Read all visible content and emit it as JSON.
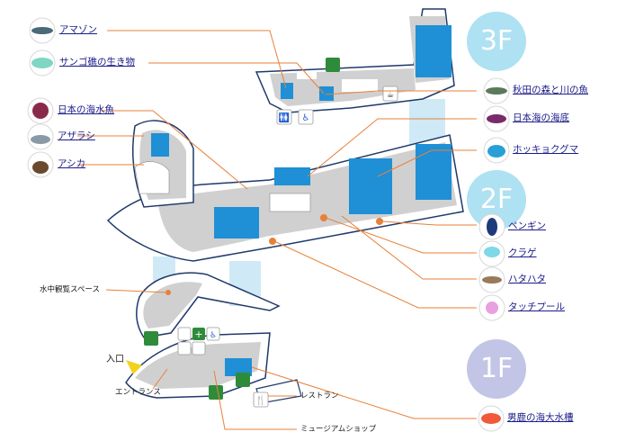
{
  "floors": {
    "f3": "3F",
    "f2": "2F",
    "f1": "1F"
  },
  "exhibits_left": [
    {
      "label": "アマゾン",
      "icon": "amazon-fish-icon"
    },
    {
      "label": "サンゴ礁の生き物",
      "icon": "coral-reef-fish-icon"
    },
    {
      "label": "日本の海水魚",
      "icon": "japanese-saltwater-fish-icon"
    },
    {
      "label": "アザラシ",
      "icon": "seal-icon"
    },
    {
      "label": "アシカ",
      "icon": "sea-lion-icon"
    }
  ],
  "exhibits_right": [
    {
      "label": "秋田の森と川の魚",
      "icon": "river-fish-icon"
    },
    {
      "label": "日本海の海底",
      "icon": "seabed-fish-icon"
    },
    {
      "label": "ホッキョクグマ",
      "icon": "polar-bear-icon"
    },
    {
      "label": "ペンギン",
      "icon": "penguin-icon"
    },
    {
      "label": "クラゲ",
      "icon": "jellyfish-icon"
    },
    {
      "label": "ハタハタ",
      "icon": "hatahata-fish-icon"
    },
    {
      "label": "タッチプール",
      "icon": "touch-pool-icon"
    },
    {
      "label": "男鹿の海大水槽",
      "icon": "big-tank-fish-icon"
    }
  ],
  "facility_labels": {
    "underwater_space": "水中観覧スペース",
    "entrance_marker": "入口",
    "entrance": "エントランス",
    "restaurant": "レストラン",
    "museum_shop": "ミュージアムショップ"
  },
  "colors": {
    "tank_blue": "#1f8fd6",
    "floor_gray": "#c9c9c9",
    "connector": "#e8803a",
    "floor_badge": "#aee1f2",
    "floor_badge_1f": "#c2c5e6",
    "link": "#1b1b8a",
    "green_icon": "#2e8b3a"
  }
}
